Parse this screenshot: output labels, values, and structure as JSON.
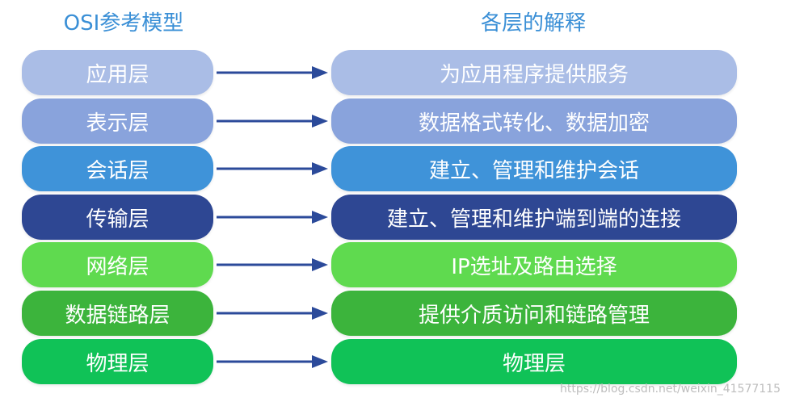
{
  "headings": {
    "left": "OSI参考模型",
    "right": "各层的解释"
  },
  "layers": [
    {
      "name": "应用层",
      "description": "为应用程序提供服务",
      "fill": "#aabde6",
      "text_color": "#ffffff"
    },
    {
      "name": "表示层",
      "description": "数据格式转化、数据加密",
      "fill": "#89a3dc",
      "text_color": "#ffffff"
    },
    {
      "name": "会话层",
      "description": "建立、管理和维护会话",
      "fill": "#3f93d9",
      "text_color": "#ffffff"
    },
    {
      "name": "传输层",
      "description": "建立、管理和维护端到端的连接",
      "fill": "#2e4793",
      "text_color": "#ffffff"
    },
    {
      "name": "网络层",
      "description": "IP选址及路由选择",
      "fill": "#5fda4f",
      "text_color": "#ffffff"
    },
    {
      "name": "数据链路层",
      "description": "提供介质访问和链路管理",
      "fill": "#3cb43c",
      "text_color": "#ffffff"
    },
    {
      "name": "物理层",
      "description": "物理层",
      "fill": "#10c257",
      "text_color": "#ffffff"
    }
  ],
  "arrow_color": "#2b4a9a",
  "watermark": "https://blog.csdn.net/weixin_41577115"
}
